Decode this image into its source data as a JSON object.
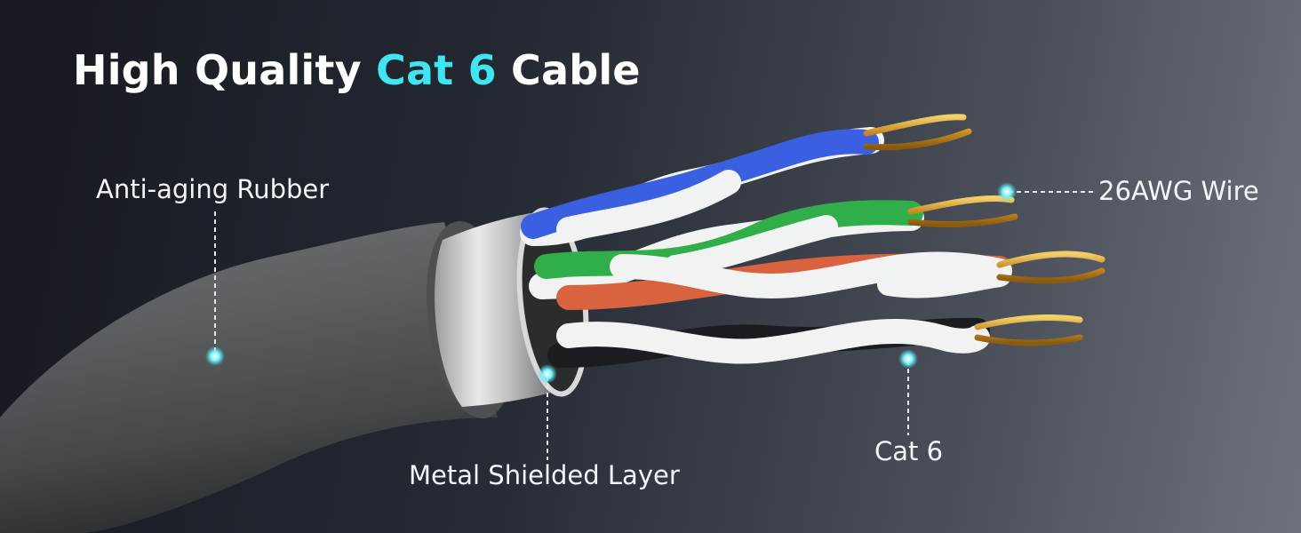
{
  "headline": {
    "prefix": "High Quality ",
    "accent": "Cat 6",
    "suffix": " Cable",
    "accent_color": "#3fe6f2"
  },
  "callouts": {
    "rubber": "Anti-aging Rubber",
    "shield": "Metal Shielded Layer",
    "awg": "26AWG Wire",
    "cat": "Cat 6"
  },
  "wire_colors": {
    "blue": "#3a5fe0",
    "green": "#2fae4a",
    "orange": "#d9623f",
    "black": "#1b1c1f",
    "white": "#f1f2f2",
    "copper": "#d9a23a"
  },
  "jacket_color": "#5d6163"
}
